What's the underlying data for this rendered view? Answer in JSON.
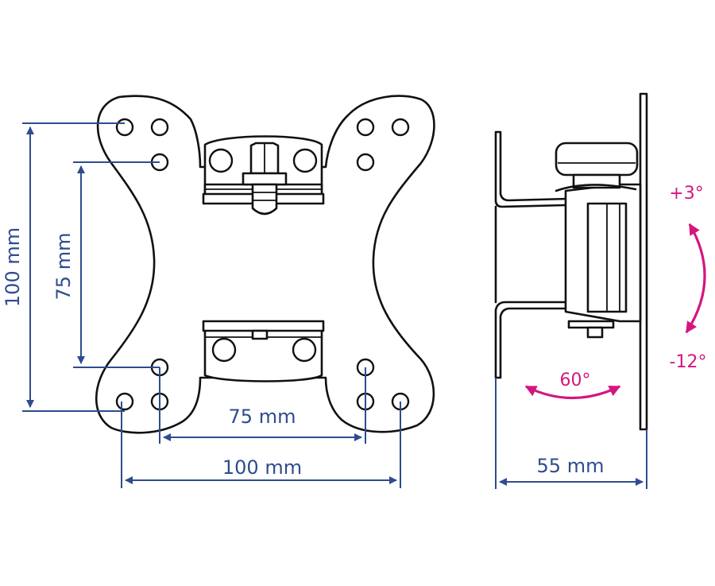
{
  "colors": {
    "dimension": "#2e4c8f",
    "angle": "#d4167f",
    "line": "#111111",
    "background": "#ffffff"
  },
  "front_view": {
    "hole_spacing_vertical_outer": "100 mm",
    "hole_spacing_vertical_inner": "75 mm",
    "hole_spacing_horizontal_inner": "75 mm",
    "hole_spacing_horizontal_outer": "100 mm"
  },
  "side_view": {
    "depth": "55 mm",
    "tilt_up": "+3°",
    "tilt_down": "-12°",
    "swivel": "60°"
  }
}
